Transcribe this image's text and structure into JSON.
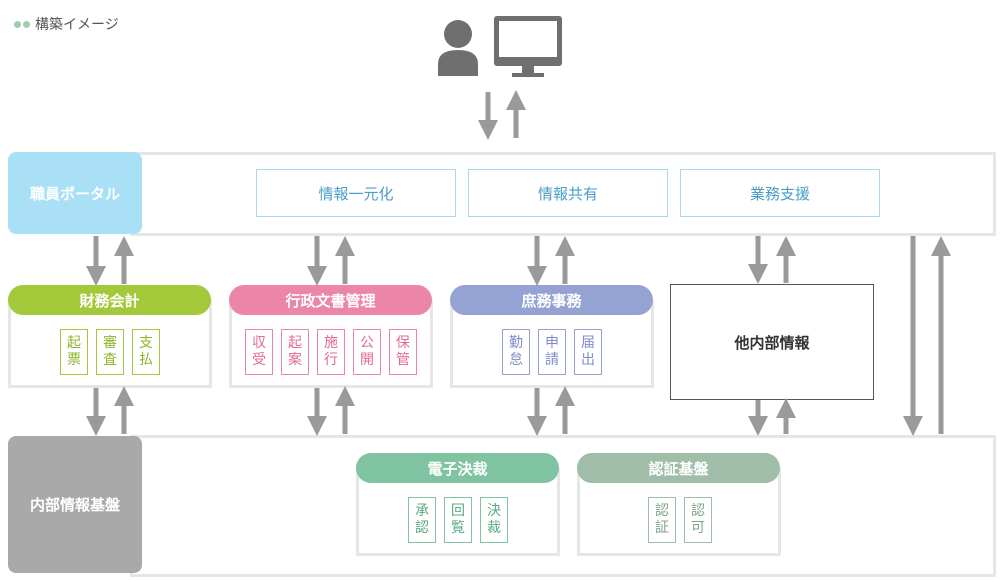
{
  "title": "構築イメージ",
  "portal": {
    "label": "職員ポータル",
    "items": [
      "情報一元化",
      "情報共有",
      "業務支援"
    ]
  },
  "groups": [
    {
      "label": "財務会計",
      "color": "#a3c93a",
      "chips": [
        [
          "起",
          "票"
        ],
        [
          "審",
          "査"
        ],
        [
          "支",
          "払"
        ]
      ]
    },
    {
      "label": "行政文書管理",
      "color": "#ec86a8",
      "chips": [
        [
          "収",
          "受"
        ],
        [
          "起",
          "案"
        ],
        [
          "施",
          "行"
        ],
        [
          "公",
          "開"
        ],
        [
          "保",
          "管"
        ]
      ]
    },
    {
      "label": "庶務事務",
      "color": "#95a3d4",
      "chips": [
        [
          "勤",
          "怠"
        ],
        [
          "申",
          "請"
        ],
        [
          "届",
          "出"
        ]
      ]
    }
  ],
  "other": {
    "label": "他内部情報"
  },
  "infra": {
    "label": "内部情報基盤",
    "groups": [
      {
        "label": "電子決裁",
        "color": "#7fc3a2",
        "chips": [
          [
            "承",
            "認"
          ],
          [
            "回",
            "覧"
          ],
          [
            "決",
            "裁"
          ]
        ]
      },
      {
        "label": "認証基盤",
        "color": "#9fbda9",
        "chips": [
          [
            "認",
            "証"
          ],
          [
            "認",
            "可"
          ]
        ]
      }
    ]
  },
  "icons": {
    "user": "person-icon",
    "monitor": "monitor-icon"
  },
  "colors": {
    "arrow": "#9a9a9a",
    "frame": "#e6e6e6"
  }
}
